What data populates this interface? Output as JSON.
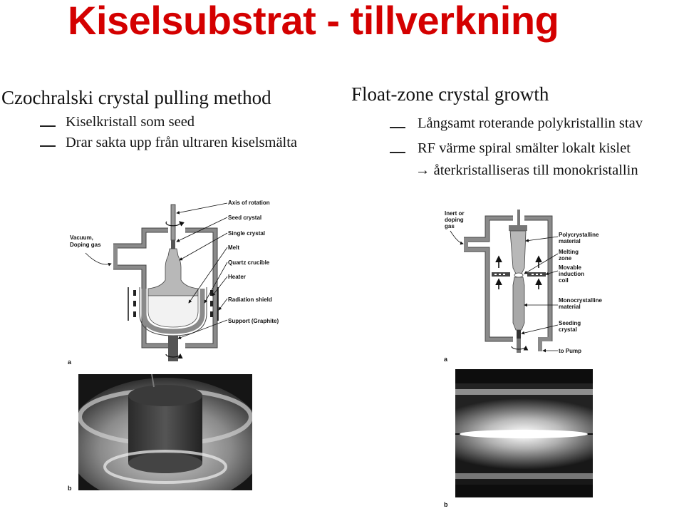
{
  "title": "Kiselsubstrat - tillverkning",
  "left": {
    "heading": "Czochralski crystal pulling method",
    "bullets": [
      "Kiselkristall som seed",
      "Drar sakta upp från ultraren kiselsmälta"
    ],
    "figure_labels": {
      "axis": "Axis of rotation",
      "seed": "Seed crystal",
      "single": "Single crystal",
      "melt": "Melt",
      "crucible": "Quartz crucible",
      "heater": "Heater",
      "shield": "Radiation shield",
      "support": "Support (Graphite)",
      "vacuum_1": "Vacuum,",
      "vacuum_2": "Doping gas"
    },
    "panel_a": "a",
    "panel_b": "b"
  },
  "right": {
    "heading": "Float-zone crystal growth",
    "bullets": [
      "Långsamt roterande polykristallin stav",
      "RF värme spiral smälter lokalt kislet"
    ],
    "arrow_line": "→ återkristalliseras till monokristallin",
    "figure_labels": {
      "inert_1": "Inert or",
      "inert_2": "doping",
      "inert_3": "gas",
      "poly_1": "Polycrystalline",
      "poly_2": "material",
      "melt_1": "Melting",
      "melt_2": "zone",
      "coil_1": "Movable",
      "coil_2": "induction",
      "coil_3": "coil",
      "mono_1": "Monocrystalline",
      "mono_2": "material",
      "seed_1": "Seeding",
      "seed_2": "crystal",
      "pump": "to Pump"
    },
    "panel_a": "a",
    "panel_b": "b"
  },
  "colors": {
    "title": "#d40000",
    "wall": "#8a8a8a",
    "photo_dark": "#0d0d0d"
  }
}
